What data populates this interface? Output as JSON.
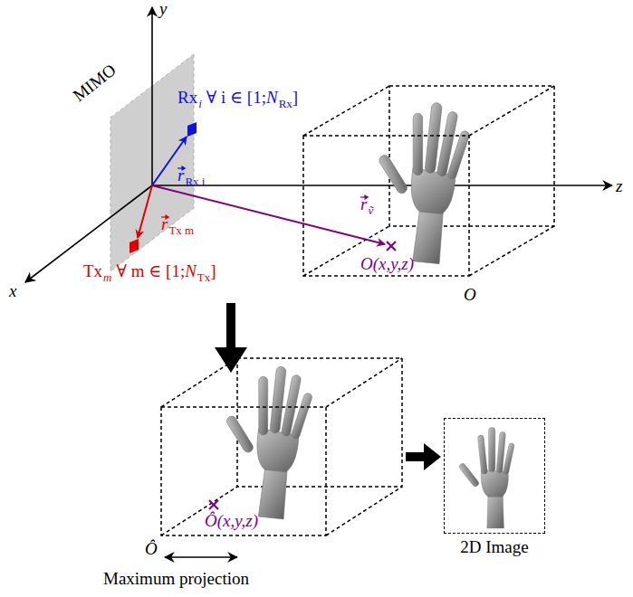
{
  "diagram": {
    "nodes": [
      {
        "text": [
          "2D Image"
        ]
      }
    ],
    "edges": [],
    "labels": [
      "y",
      "z",
      "x",
      "MIMO",
      "Rx",
      "i",
      "∀ i ∈ [1;",
      "N",
      "Rx",
      "]",
      "r",
      "Rx i",
      "r",
      "Tx m",
      "Tx",
      "m",
      "∀ m ∈ [1;",
      "N",
      "Tx",
      "]",
      "r",
      "ṽ",
      "O(x,y,z)",
      "O",
      "Ô(x,y,z)",
      "Ô",
      "Maximum projection"
    ]
  }
}
